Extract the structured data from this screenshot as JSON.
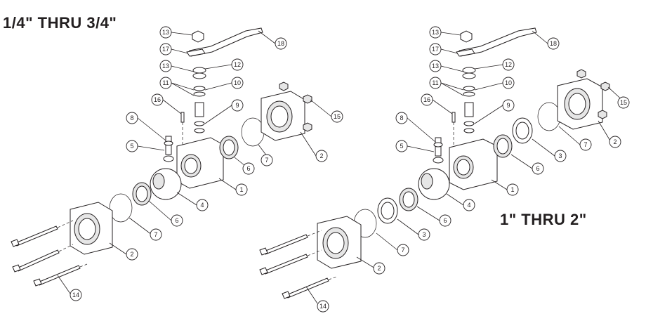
{
  "figure": {
    "left_title": "1/4\" THRU 3/4\"",
    "right_title": "1\" THRU 2\""
  },
  "callouts_left": [
    "13",
    "17",
    "13",
    "11",
    "16",
    "8",
    "5",
    "18",
    "12",
    "10",
    "9",
    "15",
    "2",
    "7",
    "6",
    "1",
    "4",
    "6",
    "7",
    "2",
    "14"
  ],
  "callouts_right": [
    "13",
    "17",
    "13",
    "11",
    "16",
    "8",
    "5",
    "18",
    "12",
    "10",
    "9",
    "15",
    "2",
    "7",
    "3",
    "6",
    "1",
    "4",
    "6",
    "3",
    "7",
    "2",
    "14"
  ]
}
